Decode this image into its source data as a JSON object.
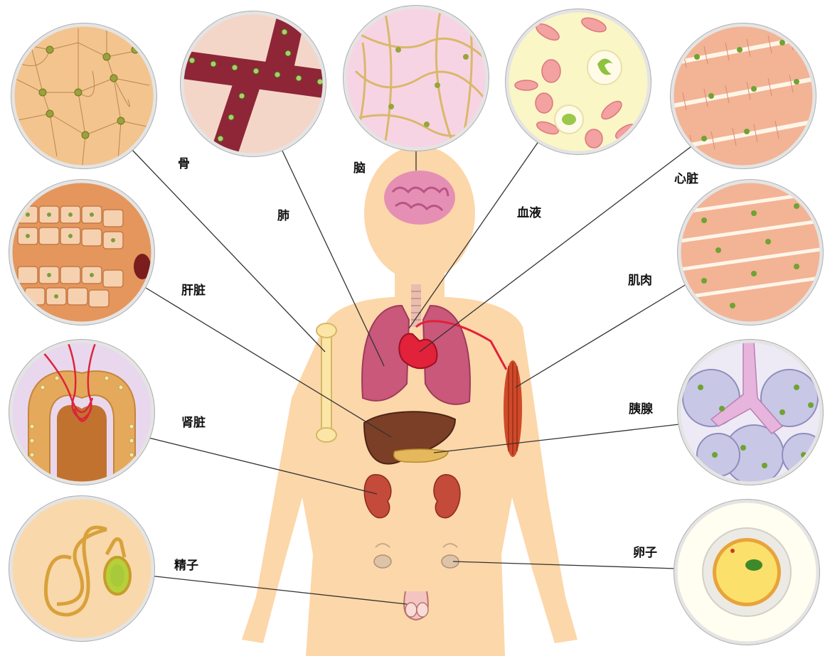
{
  "labels": {
    "bone": "骨",
    "lung": "肺",
    "brain": "脑",
    "blood": "血液",
    "heart": "心脏",
    "liver": "肝脏",
    "muscle": "肌肉",
    "kidney": "肾脏",
    "pancreas": "胰腺",
    "sperm": "精子",
    "egg": "卵子"
  },
  "colors": {
    "skin": "#fcd7a9",
    "line": "#333333",
    "circle_border": "#e4e4e4",
    "bone_tissue": "#f3c48e",
    "lung_tissue": "#8e2638",
    "brain_tissue": "#f7d4e4",
    "blood_plasma": "#fbf6c6",
    "heart_tissue": "#f3b395",
    "liver_tissue": "#e5965c",
    "kidney_tissue": "#e9d7ee",
    "pancreas_tissue": "#c8c7e6",
    "sperm_bg": "#f9d8ab",
    "egg_yolk": "#fbe06c"
  }
}
